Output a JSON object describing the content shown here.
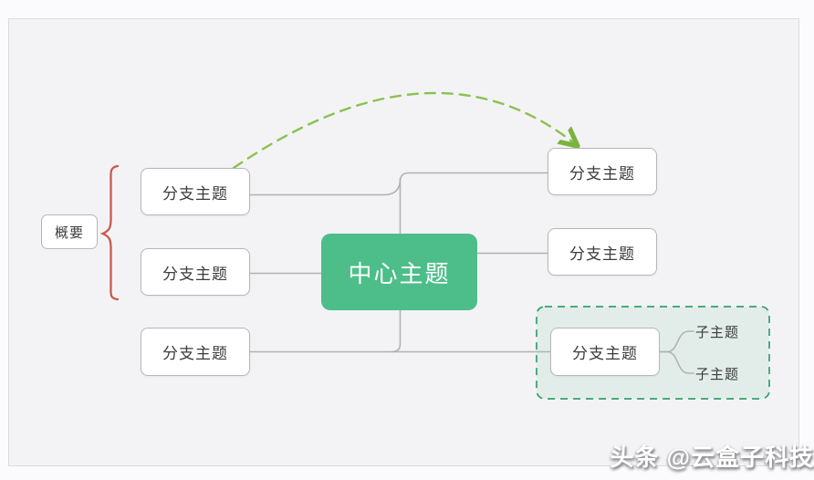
{
  "app": {
    "type": "mindmap-editor-canvas"
  },
  "mindmap": {
    "central_topic": {
      "label": "中心主题"
    },
    "left_branches": [
      {
        "label": "分支主题"
      },
      {
        "label": "分支主题"
      },
      {
        "label": "分支主题"
      }
    ],
    "right_branches": [
      {
        "label": "分支主题"
      },
      {
        "label": "分支主题"
      },
      {
        "label": "分支主题"
      }
    ],
    "subtopics": [
      {
        "label": "子主题"
      },
      {
        "label": "子主题"
      }
    ],
    "summary": {
      "label": "概要"
    },
    "relationship_arrow": {
      "from": "分支主题 (top-left)",
      "to": "分支主题 (top-right)",
      "style": "dashed"
    },
    "boundary": {
      "around": "分支主题 (bottom-right) + 子主题",
      "style": "dashed"
    }
  },
  "watermark": {
    "text": "头条 @云盒子科技"
  },
  "colors": {
    "central_bg": "#4dbe8a",
    "central_text": "#ffffff",
    "topic_text": "#3c3c3c",
    "box_bg": "#ffffff",
    "box_border": "#b7b7bb",
    "connector": "#b2b2b6",
    "relationship_arrow": "#8bc152",
    "boundary_border": "#35a06b",
    "boundary_fill": "rgba(77,190,138,0.10)",
    "summary_brace": "#c65a4b",
    "canvas_bg": "#f3f3f5",
    "canvas_border": "#dcdcdf",
    "page_bg": "#fbfbfd"
  }
}
